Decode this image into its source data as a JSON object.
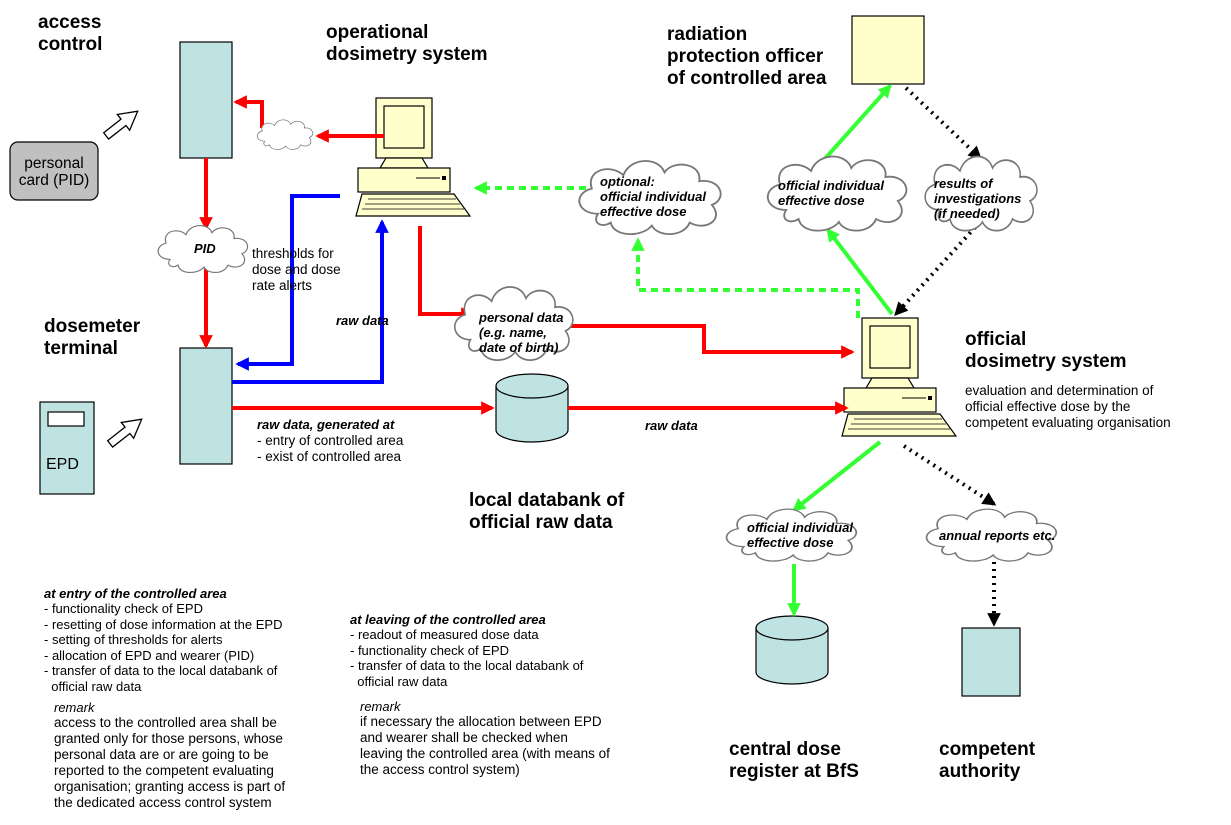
{
  "nodes": {
    "access_control": "access\ncontrol",
    "operational_system": "operational\ndosimetry system",
    "rpo": "radiation\nprotection officer\nof controlled area",
    "personal_card": "personal\ncard (PID)",
    "dosemeter_terminal": "dosemeter\nterminal",
    "epd": "EPD",
    "official_system": "official\ndosimetry system",
    "official_system_desc": "evaluation and determination of\nofficial effective dose by the\ncompetent evaluating organisation",
    "local_databank": "local databank of\nofficial raw data",
    "central_register": "central dose\nregister at BfS",
    "competent_authority": "competent\nauthority"
  },
  "clouds": {
    "pid": "PID",
    "optional_dose": "optional:\nofficial individual\neffective dose",
    "official_dose_top": "official individual\neffective dose",
    "investigations": "results of\ninvestigations\n(if needed)",
    "personal_data": "personal data\n(e.g. name,\ndate of birth)",
    "official_dose_bottom": "official individual\neffective dose",
    "annual_reports": "annual reports etc."
  },
  "flow_labels": {
    "thresholds": "thresholds for\ndose and dose\nrate alerts",
    "raw_data_blue": "raw data",
    "raw_generated": "raw data, generated at",
    "raw_generated_items": [
      "- entry of controlled area",
      "- exist of controlled area"
    ],
    "raw_data_right": "raw data"
  },
  "entry_section": {
    "heading": "at entry of the controlled area",
    "items": [
      "- functionality check of EPD",
      "- resetting of dose information at the EPD",
      "- setting of thresholds for alerts",
      "- allocation of EPD and wearer (PID)",
      "- transfer of data to the local databank of",
      "  official raw data"
    ],
    "remark_label": "remark",
    "remark": "access to the controlled area shall be\ngranted only for those persons, whose\npersonal data are or are going to be\nreported to the competent evaluating\norganisation; granting access is part of\nthe dedicated access control system"
  },
  "leaving_section": {
    "heading": "at leaving of the controlled area",
    "items": [
      "- readout of measured dose data",
      "- functionality check of EPD",
      "- transfer of data to the local databank of",
      "  official raw data"
    ],
    "remark_label": "remark",
    "remark": "if necessary the allocation between EPD\nand wearer shall be checked when\nleaving the controlled area (with means of\nthe access control system)"
  },
  "colors": {
    "red": "#ff0000",
    "blue": "#0000ff",
    "green": "#33ff33",
    "black": "#000000",
    "box_fill": "#bfe3e3",
    "rpo_fill": "#ffffcc",
    "card_fill": "#c0c0c0",
    "computer_fill": "#ffffcc"
  }
}
